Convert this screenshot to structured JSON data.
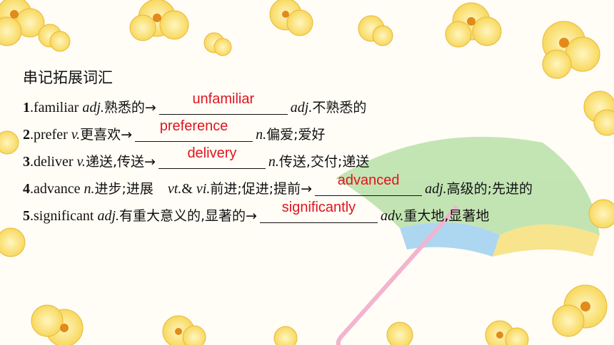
{
  "heading": "串记拓展词汇",
  "items": [
    {
      "num": "1",
      "word": "familiar ",
      "pos": "adj.",
      "meaning": "熟悉的→",
      "answer": "unfamiliar",
      "pos2": "adj.",
      "meaning2": "不熟悉的"
    },
    {
      "num": "2",
      "word": "prefer ",
      "pos": "v.",
      "meaning": "更喜欢→",
      "answer": "preference",
      "pos2": "n.",
      "meaning2": "偏爱;爱好"
    },
    {
      "num": "3",
      "word": "deliver ",
      "pos": "v.",
      "meaning": "递送,传送→",
      "answer": "delivery",
      "pos2": "n.",
      "meaning2": "传送,交付;递送"
    },
    {
      "num": "4",
      "word": "advance ",
      "pos": "n.",
      "meaning": "进步;进展",
      "pos_b": "vt.",
      "amp": "& ",
      "pos_c": "vi.",
      "meaning_b": "前进;促进;提前→",
      "answer": "advanced",
      "pos2": "adj.",
      "meaning2": "高级的;先进的"
    },
    {
      "num": "5",
      "word": "significant ",
      "pos": "adj.",
      "meaning": "有重大意义的,显著的→",
      "answer": "significantly",
      "pos2": "adv.",
      "meaning2": "重大地,显著地"
    }
  ],
  "colors": {
    "answer": "#e0141e",
    "text": "#111111"
  }
}
